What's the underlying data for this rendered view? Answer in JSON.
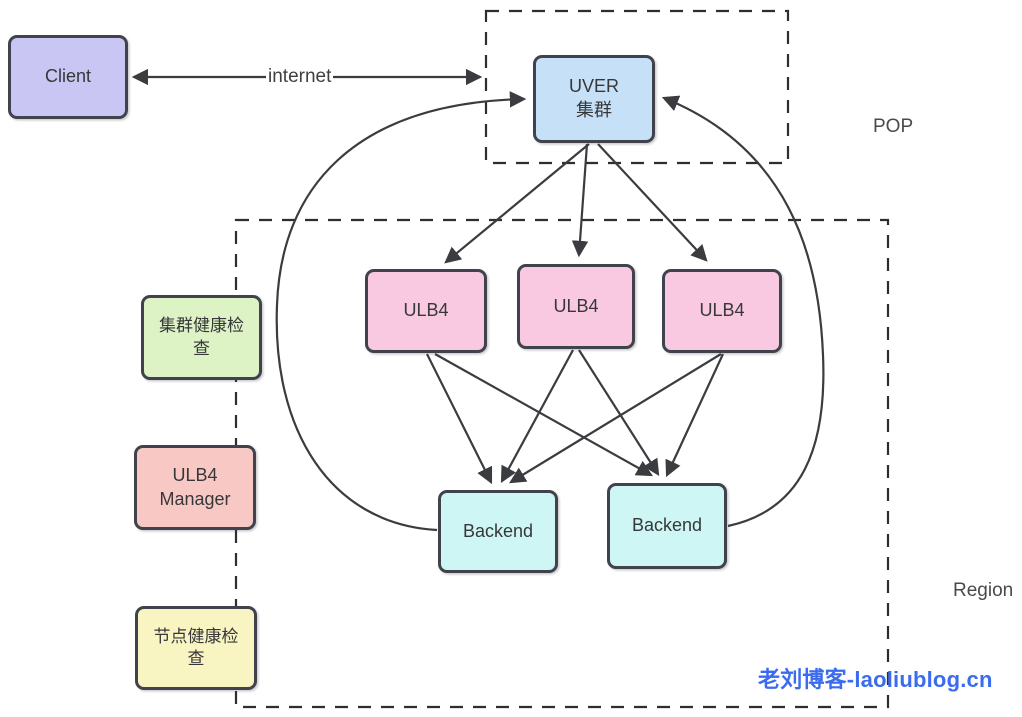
{
  "diagram": {
    "groups": {
      "pop": {
        "label": "POP"
      },
      "region": {
        "label": "Region"
      }
    },
    "nodes": {
      "client": {
        "label": "Client",
        "fill": "#c9c6f4"
      },
      "uver": {
        "label_line1": "UVER",
        "label_line2": "集群",
        "fill": "#c6e1f7"
      },
      "ulb4_a": {
        "label": "ULB4",
        "fill": "#f9c8e1"
      },
      "ulb4_b": {
        "label": "ULB4",
        "fill": "#f9c8e1"
      },
      "ulb4_c": {
        "label": "ULB4",
        "fill": "#f9c8e1"
      },
      "backend_a": {
        "label": "Backend",
        "fill": "#cdf6f4"
      },
      "backend_b": {
        "label": "Backend",
        "fill": "#cdf6f4"
      },
      "cluster_health_check": {
        "label": "集群健康检查",
        "fill": "#ddf2c5"
      },
      "ulb4_manager": {
        "label": "ULB4 Manager",
        "fill": "#f8c9c4"
      },
      "node_health_check": {
        "label": "节点健康检查",
        "fill": "#f8f5c2"
      }
    },
    "edge_labels": {
      "internet": "internet"
    },
    "watermark": {
      "text": "老刘博客-laoliublog.cn",
      "color": "#3b6cf0"
    },
    "style": {
      "line_color": "#3a3c40",
      "border_color": "#41434c",
      "dashed_border_color": "#2e2e2e"
    }
  }
}
